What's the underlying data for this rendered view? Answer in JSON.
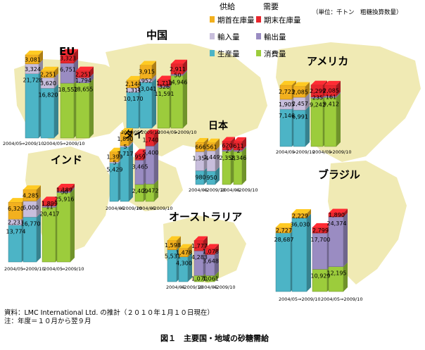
{
  "legend": {
    "supply_header": "供給",
    "demand_header": "需要",
    "unit": "（単位：千トン　粗糖換算数量）",
    "items": [
      {
        "label": "期首在庫量",
        "color": "#f2b01e"
      },
      {
        "label": "期末在庫量",
        "color": "#e8262d"
      },
      {
        "label": "輸入量",
        "color": "#c8bedc"
      },
      {
        "label": "輸出量",
        "color": "#9a8cc2"
      },
      {
        "label": "生産量",
        "color": "#4cb4c6"
      },
      {
        "label": "消費量",
        "color": "#9ccc3c"
      }
    ]
  },
  "notes": {
    "source": "資料：LMC International Ltd. の推計（２０１０年１月１０日現在）",
    "note": "注：年度＝１０月から翌９月"
  },
  "caption": "図１　主要国・地域の砂糖需給",
  "chart_data": {
    "type": "bar",
    "stacked": true,
    "unit": "千トン（粗糖換算数量）",
    "periods": [
      "2004/05",
      "2009/10"
    ],
    "regions": [
      {
        "name": "EU",
        "supply": [
          {
            "period": "2004/05",
            "production": 21728,
            "import": 3324,
            "opening_stock": 3081
          },
          {
            "period": "2009/10",
            "production": 16820,
            "import": 3620,
            "opening_stock": 2251
          }
        ],
        "demand": [
          {
            "period": "2004/05",
            "consumption": 18552,
            "export": 6751,
            "closing_stock": 3323
          },
          {
            "period": "2009/10",
            "consumption": 18655,
            "export": 1794,
            "closing_stock": 2251
          }
        ]
      },
      {
        "name": "中国",
        "supply": [
          {
            "period": "2004/05",
            "production": 10170,
            "import": 1311,
            "opening_stock": 2144
          },
          {
            "period": "2009/10",
            "production": 13041,
            "import": 952,
            "opening_stock": 3915
          }
        ],
        "demand": [
          {
            "period": "2004/05",
            "consumption": 11591,
            "export": 326,
            "closing_stock": 1713
          },
          {
            "period": "2009/10",
            "consumption": 14946,
            "export": 50,
            "closing_stock": 2911
          }
        ]
      },
      {
        "name": "アメリカ",
        "supply": [
          {
            "period": "2004/05",
            "production": 7146,
            "import": 1905,
            "opening_stock": 2723
          },
          {
            "period": "2009/10",
            "production": 6991,
            "import": 2457,
            "opening_stock": 2085
          }
        ],
        "demand": [
          {
            "period": "2004/05",
            "consumption": 9242,
            "export": 235,
            "closing_stock": 2299
          },
          {
            "period": "2009/10",
            "consumption": 9412,
            "export": 161,
            "closing_stock": 2085
          }
        ]
      },
      {
        "name": "日本",
        "supply": [
          {
            "period": "2004/05",
            "production": 980,
            "import": 1354,
            "opening_stock": 666
          },
          {
            "period": "2009/10",
            "production": 950,
            "import": 1449,
            "opening_stock": 561
          }
        ],
        "demand": [
          {
            "period": "2004/05",
            "consumption": 2358,
            "export": 2,
            "closing_stock": 620
          },
          {
            "period": "2009/10",
            "consumption": 2346,
            "export": 2,
            "closing_stock": 611
          }
        ]
      },
      {
        "name": "タイ",
        "supply": [
          {
            "period": "2004/05",
            "production": 5429,
            "import": 5,
            "opening_stock": 1399
          },
          {
            "period": "2009/10",
            "production": 7717,
            "import": 5,
            "opening_stock": 1890
          }
        ],
        "demand": [
          {
            "period": "2004/05",
            "consumption": 2409,
            "export": 3465,
            "closing_stock": 959
          },
          {
            "period": "2009/10",
            "consumption": 2472,
            "export": 5400,
            "closing_stock": 1740
          }
        ]
      },
      {
        "name": "インド",
        "supply": [
          {
            "period": "2004/05",
            "production": 13774,
            "import": 2233,
            "opening_stock": 6320
          },
          {
            "period": "2009/10",
            "production": 16770,
            "import": 6000,
            "opening_stock": 4285
          }
        ],
        "demand": [
          {
            "period": "2004/05",
            "consumption": 20417,
            "export": 11,
            "closing_stock": 1899
          },
          {
            "period": "2009/10",
            "consumption": 25916,
            "export": 50,
            "closing_stock": 1189
          }
        ]
      },
      {
        "name": "オーストラリア",
        "supply": [
          {
            "period": "2004/05",
            "production": 5531,
            "import": 0,
            "opening_stock": 1598
          },
          {
            "period": "2009/10",
            "production": 4300,
            "import": 0,
            "opening_stock": 1478
          }
        ],
        "demand": [
          {
            "period": "2004/05",
            "consumption": 1070,
            "export": 4283,
            "closing_stock": 1777
          },
          {
            "period": "2009/10",
            "consumption": 1061,
            "export": 3648,
            "closing_stock": 1078
          }
        ]
      },
      {
        "name": "ブラジル",
        "supply": [
          {
            "period": "2004/05",
            "production": 28687,
            "import": 0,
            "opening_stock": 2727
          },
          {
            "period": "2009/10",
            "production": 36030,
            "import": 0,
            "opening_stock": 2229
          }
        ],
        "demand": [
          {
            "period": "2004/05",
            "consumption": 10929,
            "export": 17700,
            "closing_stock": 2799
          },
          {
            "period": "2009/10",
            "consumption": 12195,
            "export": 24374,
            "closing_stock": 1890
          }
        ]
      }
    ]
  }
}
